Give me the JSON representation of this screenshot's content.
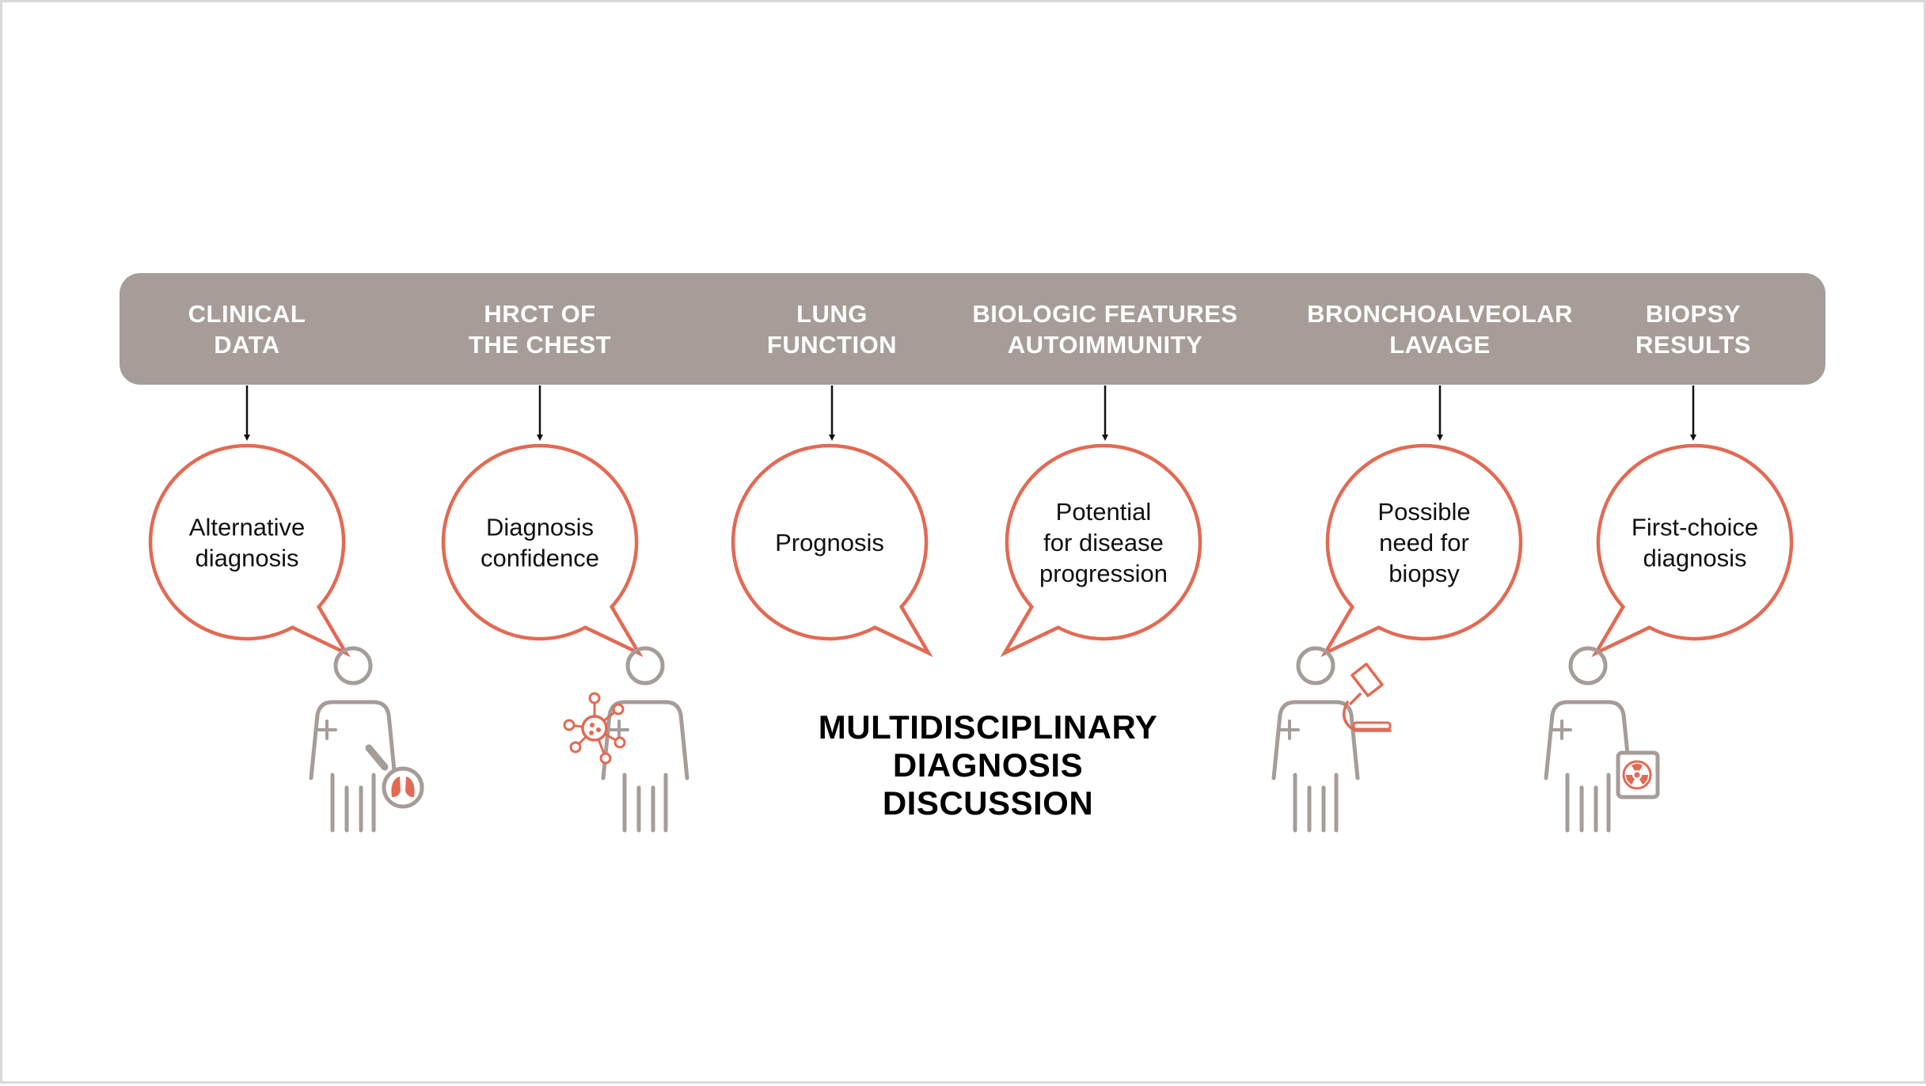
{
  "colors": {
    "header_bar": "#a69d98",
    "header_text": "#ffffff",
    "bubble_stroke": "#e26a54",
    "person_stroke": "#a69d98",
    "accent": "#e26a54",
    "arrow": "#111111"
  },
  "columns": [
    {
      "header": [
        "CLINICAL",
        "DATA"
      ],
      "bubble": [
        "Alternative",
        "diagnosis"
      ],
      "person_icon": "lungs-magnifier-icon"
    },
    {
      "header": [
        "HRCT OF",
        "THE CHEST"
      ],
      "bubble": [
        "Diagnosis",
        "confidence"
      ],
      "person_icon": "molecule-icon"
    },
    {
      "header": [
        "LUNG",
        "FUNCTION"
      ],
      "bubble": [
        "Prognosis"
      ],
      "person_icon": ""
    },
    {
      "header": [
        "BIOLOGIC FEATURES",
        "AUTOIMMUNITY"
      ],
      "bubble": [
        "Potential",
        "for disease",
        "progression"
      ],
      "person_icon": ""
    },
    {
      "header": [
        "BRONCHOALVEOLAR",
        "LAVAGE"
      ],
      "bubble": [
        "Possible",
        "need for",
        "biopsy"
      ],
      "person_icon": "microscope-icon"
    },
    {
      "header": [
        "BIOPSY",
        "RESULTS"
      ],
      "bubble": [
        "First-choice",
        "diagnosis"
      ],
      "person_icon": "radiation-box-icon"
    }
  ],
  "title": [
    "MULTIDISCIPLINARY",
    "DIAGNOSIS",
    "DISCUSSION"
  ]
}
